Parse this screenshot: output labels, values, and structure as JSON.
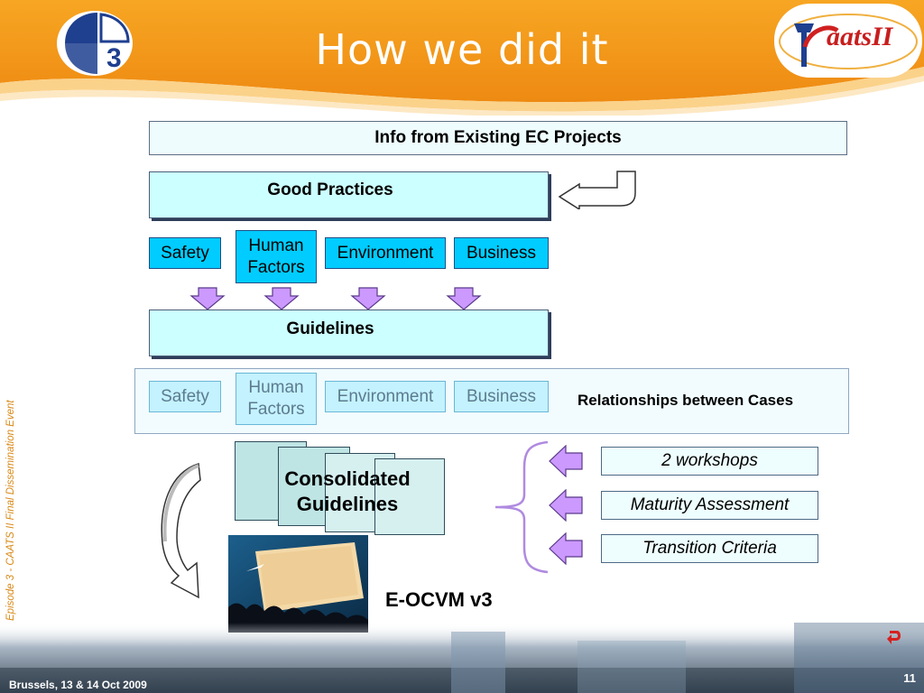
{
  "slide": {
    "title": "How we did it",
    "side_caption": "Episode 3 - CAATS II Final Dissemination Event",
    "footer": "Brussels, 13 & 14 Oct 2009",
    "page_number": "11"
  },
  "logos": {
    "right_logo_text": "aatsII"
  },
  "diagram": {
    "info_box": "Info from Existing EC Projects",
    "good_practices": "Good Practices",
    "categories": [
      "Safety",
      "Human Factors",
      "Environment",
      "Business"
    ],
    "guidelines": "Guidelines",
    "relationships_label": "Relationships between Cases",
    "consolidated": "Consolidated Guidelines",
    "side_inputs": [
      "2 workshops",
      "Maturity Assessment",
      "Transition Criteria"
    ],
    "result": "E-OCVM v3"
  },
  "colors": {
    "header_orange": "#f39a1c",
    "category_blue": "#00ccff",
    "box_cyan": "#ccffff",
    "arrow_violet": "#cc99ff",
    "brace_violet": "#b08ae0"
  }
}
